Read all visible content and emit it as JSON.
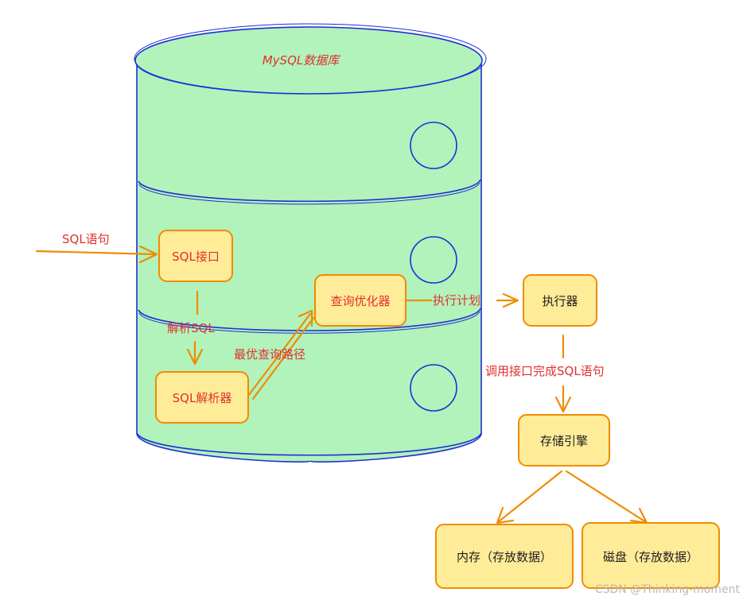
{
  "diagram": {
    "database_title": "MySQL数据库",
    "nodes": {
      "sql_interface": "SQL接口",
      "sql_parser": "SQL解析器",
      "query_optimizer": "查询优化器",
      "executor": "执行器",
      "storage_engine": "存储引擎",
      "memory": "内存（存放数据）",
      "disk": "磁盘（存放数据）"
    },
    "edges": {
      "input": "SQL语句",
      "parse": "解析SQL",
      "best_path": "最优查询路径",
      "plan": "执行计划",
      "invoke": "调用接口完成SQL语句"
    },
    "watermark": "CSDN @Thinking-moment"
  },
  "colors": {
    "cylinder_fill": "#b2f2bb",
    "cylinder_stroke": "#1f2ed6",
    "node_fill": "#ffec99",
    "node_stroke": "#f08c00",
    "arrow": "#f08c00",
    "edge_label": "#e03131",
    "node_text": "#1e1e1e"
  }
}
